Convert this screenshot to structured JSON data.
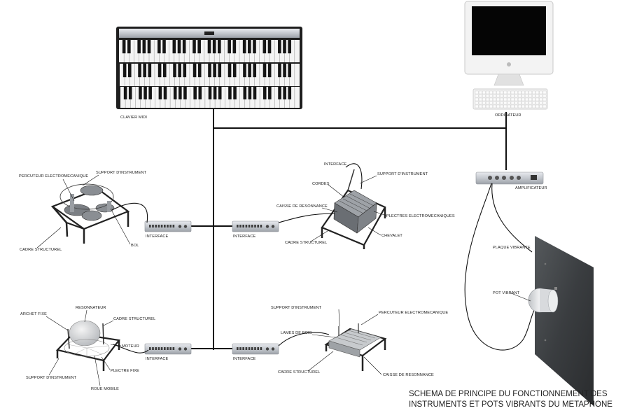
{
  "title": {
    "line1": "SCHEMA DE PRINCIPE DU FONCTIONNEMENT DES",
    "line2": "INSTRUMENTS ET POTS VIBRANTS DU METAPHONE"
  },
  "labels": {
    "clavier": "CLAVIER MIDI",
    "ordinateur": "ORDINATEUR",
    "amplificateur": "AMPLIFICATEUR",
    "plaque_vibrante": "PLAQUE VIBRANTE",
    "pot_vibrant": "POT VIBRANT",
    "i1_percuteur": "PERCUTEUR ELECTROMECANIQUE",
    "i1_support": "SUPPORT D'INSTRUMENT",
    "i1_cadre": "CADRE STRUCTUREL",
    "i1_bol": "BOL",
    "i1_interface": "INTERFACE",
    "i2_interface_top": "INTERFACE",
    "i2_support": "SUPPORT D'INSTRUMENT",
    "i2_cordes": "CORDES",
    "i2_caisse": "CAISSE DE RESONNANCE",
    "i2_plectres": "PLECTRES ELECTROMECANIQUES",
    "i2_chevalet": "CHEVALET",
    "i2_cadre": "CADRE STRUCTUREL",
    "i2_interface": "INTERFACE",
    "i3_archet": "ARCHET FIXE",
    "i3_resonnateur": "RESONNATEUR",
    "i3_cadre": "CADRE STRUCTUREL",
    "i3_moteur": "MOTEUR",
    "i3_support": "SUPPORT D'INSTRUMENT",
    "i3_plectre": "PLECTRE FIXE",
    "i3_roue": "ROUE MOBILE",
    "i3_interface": "INTERFACE",
    "i4_support": "SUPPORT D'INSTRUMENT",
    "i4_percuteur": "PERCUTEUR ELECTROMECANIQUE",
    "i4_lames": "LAMES DE BOIS",
    "i4_cadre": "CADRE STRUCTUREL",
    "i4_caisse": "CAISSE DE RESONNANCE",
    "i4_interface": "INTERFACE"
  },
  "colors": {
    "wire": "#111111",
    "key_white": "#f4f4f4",
    "key_black": "#151515",
    "device_silver": "#c9ccd1",
    "plate": "#3a3d3f",
    "screen": "#050505"
  }
}
